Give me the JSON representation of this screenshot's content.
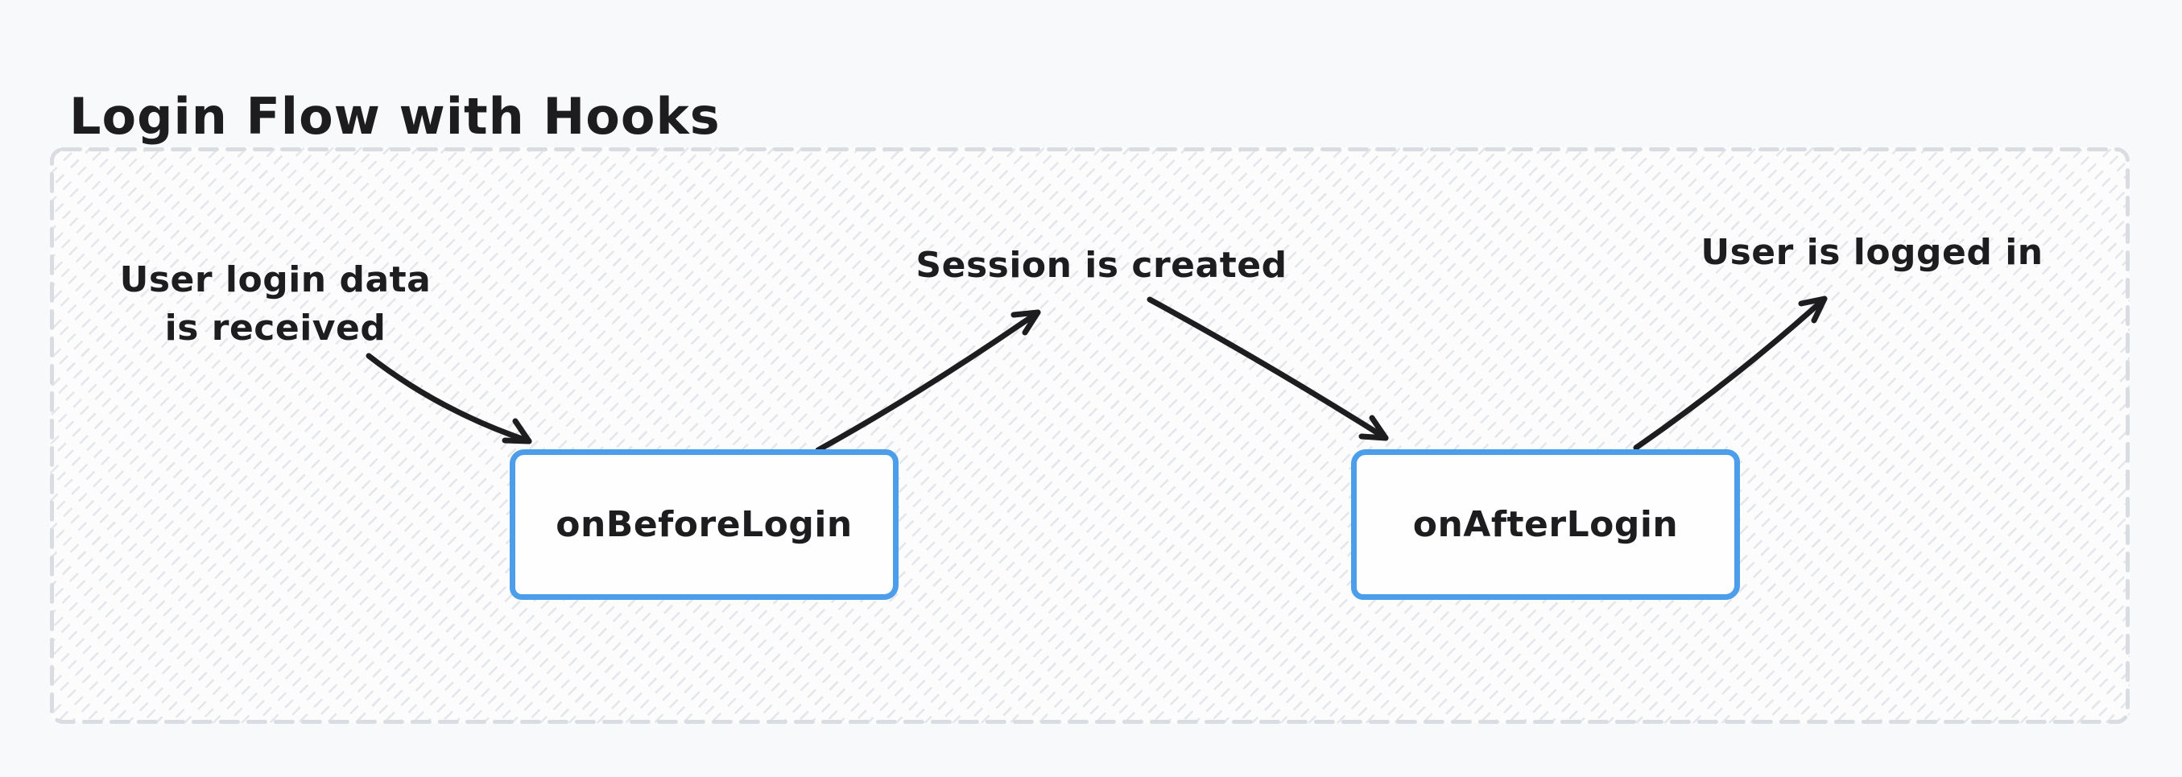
{
  "title": "Login Flow with Hooks",
  "diagram": {
    "nodes": [
      {
        "id": "onBeforeLogin",
        "label": "onBeforeLogin"
      },
      {
        "id": "onAfterLogin",
        "label": "onAfterLogin"
      }
    ],
    "annotations": [
      {
        "id": "user-login-data",
        "lines": [
          "User login data",
          "is received"
        ]
      },
      {
        "id": "session-created",
        "lines": [
          "Session is created"
        ]
      },
      {
        "id": "user-logged-in",
        "lines": [
          "User is logged in"
        ]
      }
    ],
    "connections": [
      {
        "from": "user-login-data",
        "to": "onBeforeLogin"
      },
      {
        "from": "onBeforeLogin",
        "to": "session-created"
      },
      {
        "from": "session-created",
        "to": "onAfterLogin"
      },
      {
        "from": "onAfterLogin",
        "to": "user-logged-in"
      }
    ]
  },
  "colors": {
    "page_background": "#f8f9fa",
    "canvas_fill": "#fcfcfd",
    "canvas_hatch": "#e3e6ea",
    "canvas_dashed_border": "#d9dce1",
    "node_border": "#4d9eea",
    "node_fill": "#fefefe",
    "ink": "#1d1d20"
  }
}
